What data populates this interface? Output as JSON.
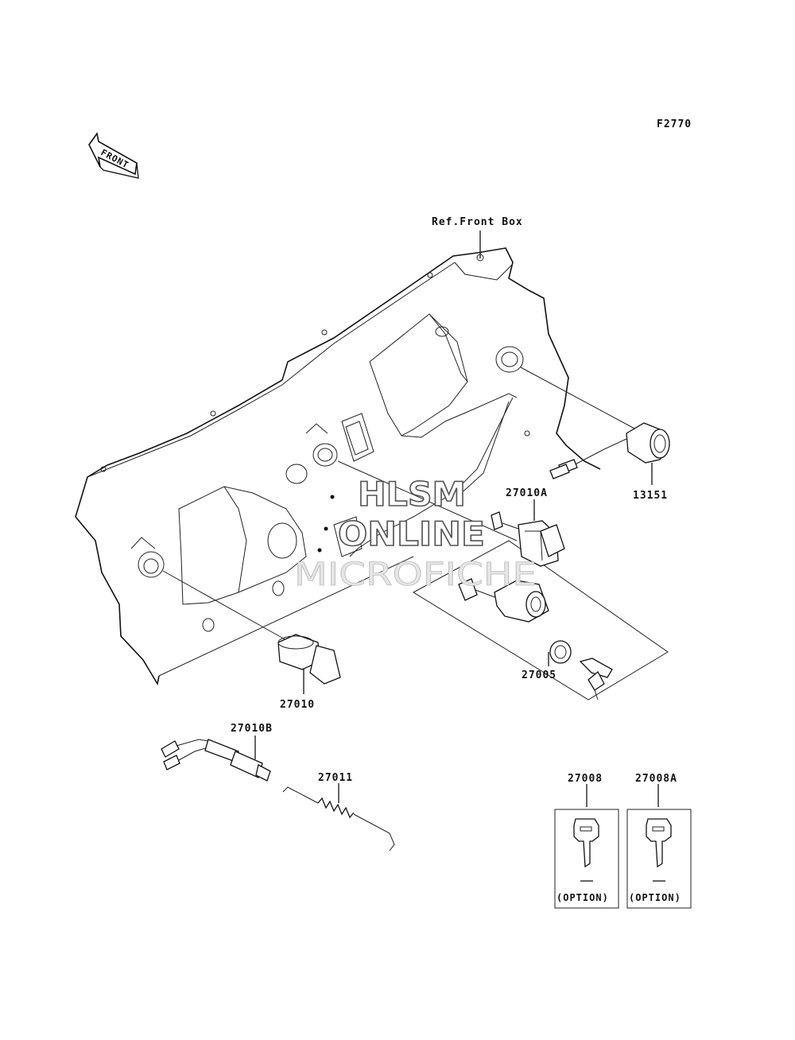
{
  "figure_code": "F2770",
  "front_arrow_text": "FRONT",
  "reference_label": "Ref.Front Box",
  "callouts": [
    {
      "id": "27010A",
      "name": "part-27010A-label"
    },
    {
      "id": "13151",
      "name": "part-13151-label"
    },
    {
      "id": "27005",
      "name": "part-27005-label"
    },
    {
      "id": "27010",
      "name": "part-27010-label"
    },
    {
      "id": "27010B",
      "name": "part-27010B-label"
    },
    {
      "id": "27011",
      "name": "part-27011-label"
    },
    {
      "id": "27008",
      "name": "part-27008-label"
    },
    {
      "id": "27008A",
      "name": "part-27008A-label"
    }
  ],
  "option_text": "(OPTION)",
  "watermark": {
    "line1": "HLSM",
    "line2": "ONLINE",
    "line3": "MICROFICHE"
  }
}
